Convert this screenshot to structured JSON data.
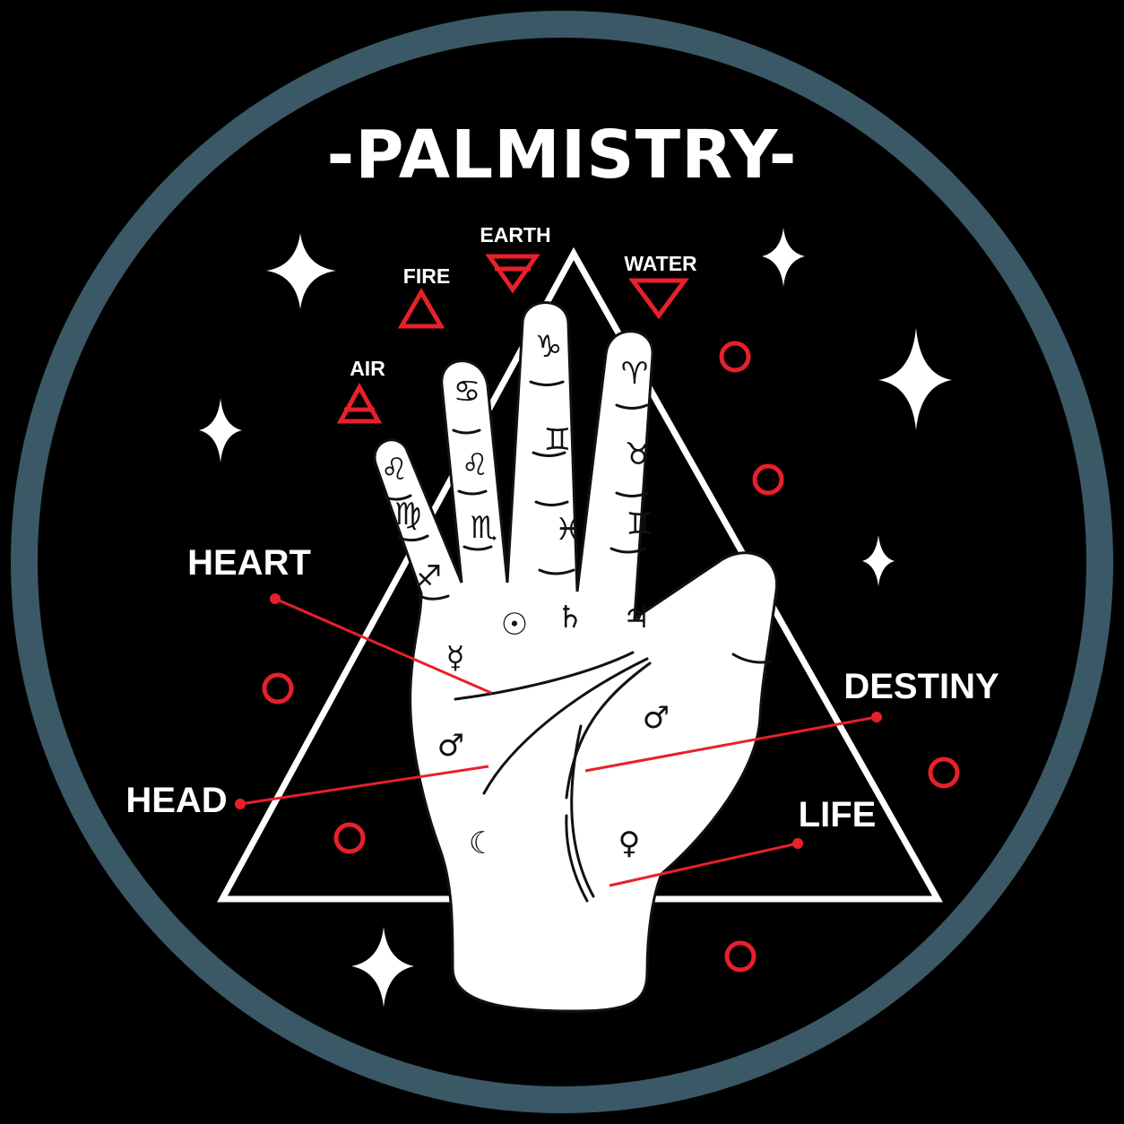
{
  "title": "-PALMISTRY-",
  "colors": {
    "background": "#000000",
    "ring": "#3b5866",
    "accent": "#e8202a",
    "ink": "#ffffff"
  },
  "elements": {
    "air": "AIR",
    "fire": "FIRE",
    "earth": "EARTH",
    "water": "WATER"
  },
  "lines": {
    "heart": "HEART",
    "head": "HEAD",
    "destiny": "DESTINY",
    "life": "LIFE"
  },
  "symbols": {
    "leo": "♌",
    "virgo": "♍",
    "sagittarius": "♐",
    "cancer": "♋",
    "libra_finger": "♌",
    "scorpio": "♏",
    "capricorn": "♑",
    "gemini": "♊",
    "pisces": "♓",
    "aries": "♈",
    "taurus": "♉",
    "aquarius": "♊",
    "mercury": "☿",
    "sun": "☉",
    "saturn": "♄",
    "jupiter": "♃",
    "mars_left": "♂",
    "mars_right": "♂",
    "moon": "☾",
    "venus": "♀"
  }
}
